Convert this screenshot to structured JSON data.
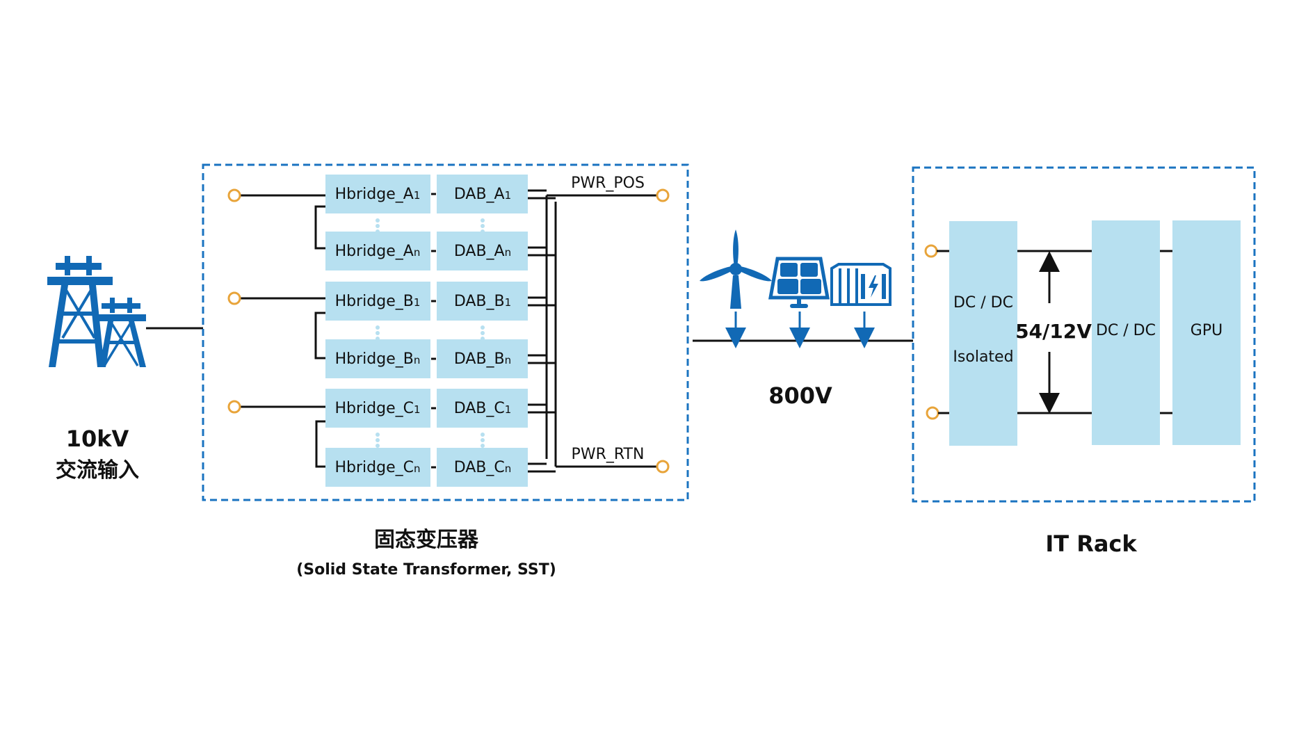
{
  "source": {
    "voltage": "10kV",
    "description": "交流输入",
    "icon": "power-tower-icon"
  },
  "sst": {
    "title_cn": "固态变压器",
    "title_en": "(Solid State Transformer, SST)",
    "rows": [
      {
        "hbridge": "Hbridge_A",
        "dab": "DAB_A",
        "sub": "1"
      },
      {
        "hbridge": "Hbridge_A",
        "dab": "DAB_A",
        "sub": "n"
      },
      {
        "hbridge": "Hbridge_B",
        "dab": "DAB_B",
        "sub": "1"
      },
      {
        "hbridge": "Hbridge_B",
        "dab": "DAB_B",
        "sub": "n"
      },
      {
        "hbridge": "Hbridge_C",
        "dab": "DAB_C",
        "sub": "1"
      },
      {
        "hbridge": "Hbridge_C",
        "dab": "DAB_C",
        "sub": "n"
      }
    ],
    "pwr_pos": "PWR_POS",
    "pwr_rtn": "PWR_RTN"
  },
  "bus": {
    "voltage": "800V",
    "sources": [
      "wind-turbine-icon",
      "solar-panel-icon",
      "battery-storage-icon"
    ]
  },
  "rack": {
    "title": "IT Rack",
    "isolated_dcdc": {
      "line1": "DC / DC",
      "line2": "Isolated"
    },
    "intermediate_voltage": "54/12V",
    "dcdc": "DC / DC",
    "gpu": "GPU"
  },
  "colors": {
    "block_fill": "#b7e0f0",
    "icon_blue": "#1169b5",
    "dash_border": "#1a73c0",
    "terminal": "#e8a43a"
  }
}
